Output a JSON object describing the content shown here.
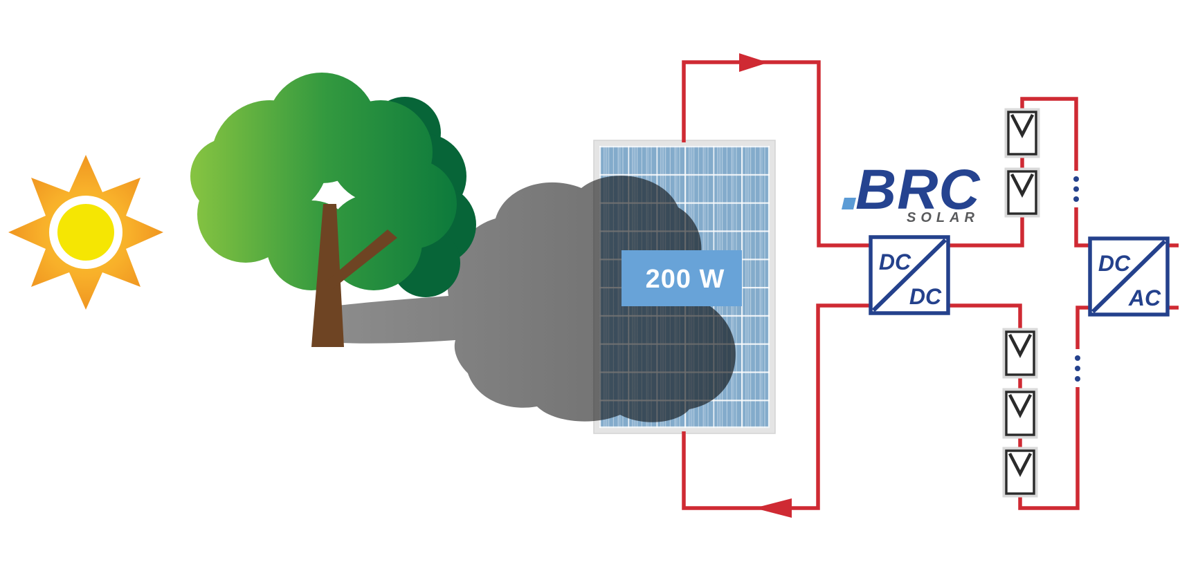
{
  "diagram": {
    "title_semantics": "partial-shading-of-solar-panel-with-dc-dc-optimizer-schematic",
    "sun": {
      "core_color": "#f5e603",
      "ray_inner_color": "#f8b02a",
      "ray_outer_color": "#ef9420"
    },
    "tree": {
      "leaf_light_color": "#85c341",
      "leaf_mid_color": "#33993f",
      "leaf_dark_color": "#0d7a3c",
      "leaf_back_color": "#076538",
      "trunk_color": "#6e4423"
    },
    "shadow": {
      "color_left": "#8c8c8c",
      "color_right": "#686868"
    },
    "panel": {
      "power_label": "200 W",
      "label_bg": "#68a3d8",
      "label_text_color": "#ffffff",
      "cell_color": "#83abcb",
      "cell_stripe_color": "#a6c3db",
      "grid_line_color": "#ffffff",
      "frame_color": "#e4e4e4"
    },
    "logo": {
      "wordmark": "BRC",
      "subtitle": "SOLAR",
      "wordmark_color": "#254390",
      "accent_color": "#5b9bd5",
      "subtitle_color": "#595a5c"
    },
    "dc_dc_converter": {
      "top_label": "DC",
      "bottom_label": "DC",
      "border_color": "#24418c",
      "fill": "#ffffff"
    },
    "dc_ac_inverter": {
      "top_label": "DC",
      "bottom_label": "AC",
      "border_color": "#24418c",
      "fill": "#ffffff"
    },
    "wiring": {
      "color": "#cf2a33",
      "continuation_dot_color": "#24418c",
      "upper_string_module_count": 2,
      "lower_string_module_count": 3,
      "current_direction_top": "right",
      "current_direction_bottom": "left"
    },
    "icons": {
      "sun": "sun-icon",
      "tree": "tree-icon",
      "tree_shadow": "tree-shadow",
      "pv_panel": "solar-panel",
      "pv_module_symbol": "pv-module-icon",
      "arrow_right": "current-arrow-right-icon",
      "arrow_left": "current-arrow-left-icon"
    }
  }
}
